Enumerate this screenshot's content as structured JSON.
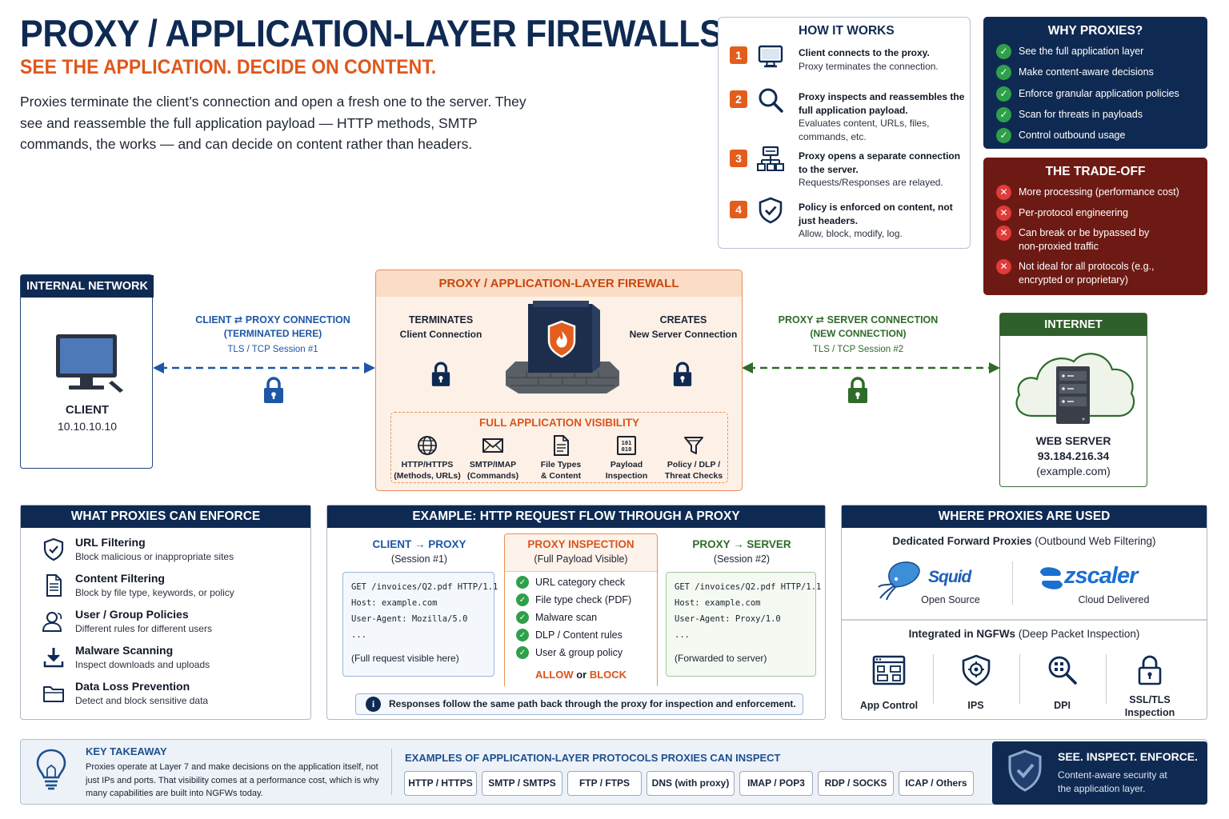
{
  "header": {
    "title": "PROXY / APPLICATION-LAYER FIREWALLS",
    "subtitle": "SEE THE APPLICATION. DECIDE ON CONTENT.",
    "intro": "Proxies terminate the client’s connection and open a fresh one to the server. They see and reassemble the full application payload — HTTP methods, SMTP commands, the works — and can decide on content rather than headers."
  },
  "how_it_works": {
    "title": "HOW IT WORKS",
    "steps": [
      {
        "num": "1",
        "icon": "monitor-icon",
        "bold": "Client connects to the proxy.",
        "text": "Proxy terminates the connection."
      },
      {
        "num": "2",
        "icon": "magnifier-icon",
        "bold": "Proxy inspects and reassembles the full application payload.",
        "text": "Evaluates content, URLs, files, commands, etc."
      },
      {
        "num": "3",
        "icon": "network-icon",
        "bold": "Proxy opens a separate connection to the server.",
        "text": "Requests/Responses are relayed."
      },
      {
        "num": "4",
        "icon": "shield-check-icon",
        "bold": "Policy is enforced on content, not just headers.",
        "text": "Allow, block, modify, log."
      }
    ]
  },
  "why": {
    "title": "WHY PROXIES?",
    "items": [
      "See the full application layer",
      "Make content-aware decisions",
      "Enforce granular application policies",
      "Scan for threats in payloads",
      "Control outbound usage"
    ]
  },
  "tradeoff": {
    "title": "THE TRADE-OFF",
    "items": [
      "More processing (performance cost)",
      "Per-protocol engineering",
      "Can break or be bypassed by non-proxied traffic",
      "Not ideal for all protocols (e.g., encrypted or proprietary)"
    ]
  },
  "diagram": {
    "internal": {
      "title": "INTERNAL NETWORK",
      "label": "CLIENT",
      "ip": "10.10.10.10"
    },
    "client_conn": {
      "line1": "CLIENT ⇄ PROXY CONNECTION",
      "line2": "(TERMINATED HERE)",
      "line3": "TLS / TCP Session #1"
    },
    "firewall": {
      "title": "PROXY / APPLICATION-LAYER FIREWALL",
      "left_h": "TERMINATES",
      "left_s": "Client Connection",
      "right_h": "CREATES",
      "right_s": "New Server Connection",
      "visibility_title": "FULL APPLICATION VISIBILITY",
      "visibility": [
        {
          "icon": "globe-icon",
          "l1": "HTTP/HTTPS",
          "l2": "(Methods, URLs)"
        },
        {
          "icon": "envelope-icon",
          "l1": "SMTP/IMAP",
          "l2": "(Commands)"
        },
        {
          "icon": "file-icon",
          "l1": "File Types",
          "l2": "& Content"
        },
        {
          "icon": "binary-icon",
          "l1": "Payload",
          "l2": "Inspection"
        },
        {
          "icon": "filter-icon",
          "l1": "Policy / DLP /",
          "l2": "Threat Checks"
        }
      ]
    },
    "server_conn": {
      "line1": "PROXY ⇄ SERVER CONNECTION",
      "line2": "(NEW CONNECTION)",
      "line3": "TLS / TCP Session #2"
    },
    "internet": {
      "title": "INTERNET",
      "label": "WEB SERVER",
      "ip": "93.184.216.34",
      "host": "(example.com)"
    }
  },
  "enforce": {
    "title": "WHAT PROXIES CAN ENFORCE",
    "items": [
      {
        "icon": "shield-icon",
        "title": "URL Filtering",
        "desc": "Block malicious or inappropriate sites"
      },
      {
        "icon": "document-icon",
        "title": "Content Filtering",
        "desc": "Block by file type, keywords, or policy"
      },
      {
        "icon": "users-icon",
        "title": "User / Group Policies",
        "desc": "Different rules for different users"
      },
      {
        "icon": "download-icon",
        "title": "Malware Scanning",
        "desc": "Inspect downloads and uploads"
      },
      {
        "icon": "folder-icon",
        "title": "Data Loss Prevention",
        "desc": "Detect and block sensitive data"
      }
    ]
  },
  "flow": {
    "title": "EXAMPLE: HTTP REQUEST FLOW THROUGH A PROXY",
    "left": {
      "h": "CLIENT → PROXY",
      "s": "(Session #1)",
      "lines": [
        "GET /invoices/Q2.pdf HTTP/1.1",
        "Host: example.com",
        "User-Agent: Mozilla/5.0",
        "..."
      ],
      "note": "(Full request visible here)"
    },
    "middle": {
      "h": "PROXY INSPECTION",
      "s": "(Full Payload Visible)",
      "checks": [
        "URL category check",
        "File type check (PDF)",
        "Malware scan",
        "DLP / Content rules",
        "User & group policy"
      ],
      "allow": "ALLOW",
      "or": "or",
      "block": "BLOCK"
    },
    "right": {
      "h": "PROXY → SERVER",
      "s": "(Session #2)",
      "lines": [
        "GET /invoices/Q2.pdf HTTP/1.1",
        "Host: example.com",
        "User-Agent: Proxy/1.0",
        "..."
      ],
      "note": "(Forwarded to server)"
    },
    "footer": "Responses follow the same path back through the proxy for inspection and enforcement."
  },
  "where": {
    "title": "WHERE PROXIES ARE USED",
    "dedicated_bold": "Dedicated Forward Proxies",
    "dedicated_rest": " (Outbound Web Filtering)",
    "squid": {
      "logo": "Squid",
      "caption": "Open Source"
    },
    "zscaler": {
      "logo": "zscaler",
      "caption": "Cloud Delivered"
    },
    "ngfw_bold": "Integrated in NGFWs",
    "ngfw_rest": " (Deep Packet Inspection)",
    "features": [
      {
        "icon": "app-control-icon",
        "l1": "App Control",
        "l2": ""
      },
      {
        "icon": "ips-shield-icon",
        "l1": "IPS",
        "l2": ""
      },
      {
        "icon": "dpi-magnifier-icon",
        "l1": "DPI",
        "l2": ""
      },
      {
        "icon": "padlock-icon",
        "l1": "SSL/TLS",
        "l2": "Inspection"
      }
    ]
  },
  "takeaway": {
    "title": "KEY TAKEAWAY",
    "text": "Proxies operate at Layer 7 and make decisions on the application itself, not just IPs and ports. That visibility comes at a performance cost, which is why many capabilities are built into NGFWs today.",
    "protocols_title": "EXAMPLES OF APPLICATION-LAYER PROTOCOLS PROXIES CAN INSPECT",
    "protocols": [
      "HTTP / HTTPS",
      "SMTP / SMTPS",
      "FTP / FTPS",
      "DNS (with proxy)",
      "IMAP / POP3",
      "RDP / SOCKS",
      "ICAP / Others"
    ],
    "badge_title": "SEE. INSPECT. ENFORCE.",
    "badge_text": "Content-aware security at the application layer."
  },
  "colors": {
    "navy": "#0f2a52",
    "orange": "#e0571b",
    "blue_line": "#1d57a6",
    "green_line": "#2f6b2a",
    "ok": "#2fa04a",
    "no": "#e33a3a",
    "tradeoff_bg": "#6e1a14"
  }
}
